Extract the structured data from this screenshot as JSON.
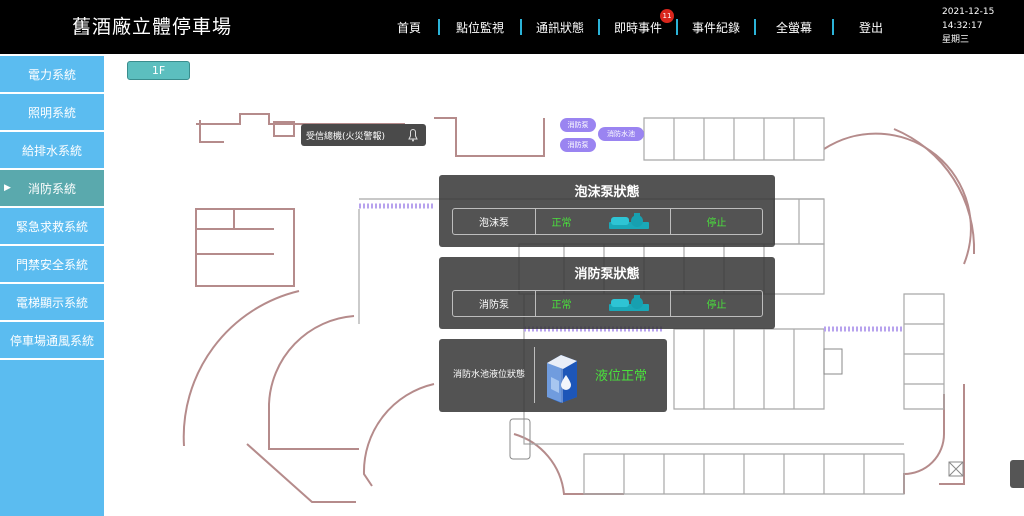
{
  "header": {
    "title": "舊酒廠立體停車場",
    "nav": [
      {
        "label": "首頁"
      },
      {
        "label": "點位監視"
      },
      {
        "label": "通訊狀態"
      },
      {
        "label": "即時事件",
        "badge": "11"
      },
      {
        "label": "事件紀錄"
      },
      {
        "label": "全螢幕"
      },
      {
        "label": "登出"
      }
    ],
    "date": "2021-12-15",
    "time": "14:32:17",
    "weekday": "星期三"
  },
  "sidebar": {
    "items": [
      {
        "label": "電力系統"
      },
      {
        "label": "照明系統"
      },
      {
        "label": "給排水系統"
      },
      {
        "label": "消防系統",
        "active": true
      },
      {
        "label": "緊急求救系統"
      },
      {
        "label": "門禁安全系統"
      },
      {
        "label": "電梯顯示系統"
      },
      {
        "label": "停車場通風系統"
      }
    ]
  },
  "main": {
    "floor": "1F",
    "alarm_label": "受信總機(火災警報)",
    "pills": [
      "消防泵",
      "消防泵",
      "消防水池"
    ],
    "foam_panel": {
      "title": "泡沫泵狀態",
      "name": "泡沫泵",
      "status": "正常",
      "run": "停止"
    },
    "fire_panel": {
      "title": "消防泵狀態",
      "name": "消防泵",
      "status": "正常",
      "run": "停止"
    },
    "tank_panel": {
      "name": "消防水池液位狀態",
      "status": "液位正常"
    }
  },
  "colors": {
    "accent": "#2bb3d8",
    "sidebar": "#5bbcf0",
    "sidebar_active": "#5aa9ad",
    "ok_green": "#4ae03c",
    "pill": "#9a84f1",
    "badge": "#d9261c"
  }
}
